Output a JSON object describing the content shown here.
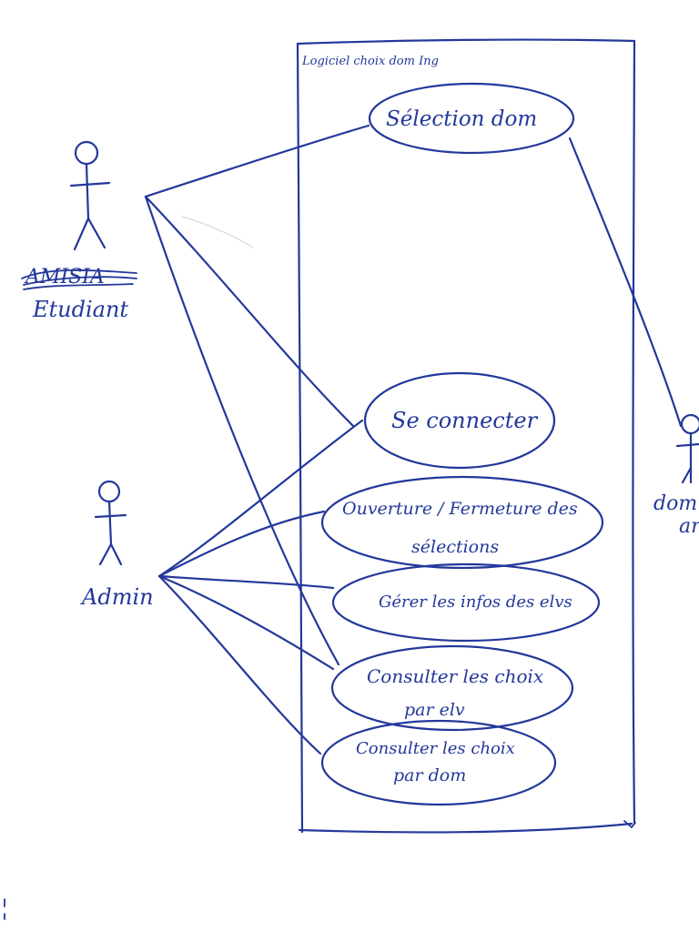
{
  "system": {
    "title": "Logiciel choix dom Ing"
  },
  "actors": {
    "student": {
      "scribble": "AMISIA",
      "label": "Etudiant"
    },
    "admin": {
      "label": "Admin"
    },
    "domain_actor": {
      "label_line1": "dom",
      "label_line2": "ar"
    }
  },
  "use_cases": {
    "select_domain": {
      "line1": "Sélection dom"
    },
    "login": {
      "line1": "Se connecter"
    },
    "open_close": {
      "line1": "Ouverture / Fermeture des",
      "line2": "sélections"
    },
    "manage_students": {
      "line1": "Gérer les infos des elvs"
    },
    "choices_by_student": {
      "line1": "Consulter les choix",
      "line2": "par elv"
    },
    "choices_by_domain": {
      "line1": "Consulter les choix",
      "line2": "par dom"
    }
  },
  "colors": {
    "ink": "#23389a",
    "paper": "#ffffff"
  }
}
